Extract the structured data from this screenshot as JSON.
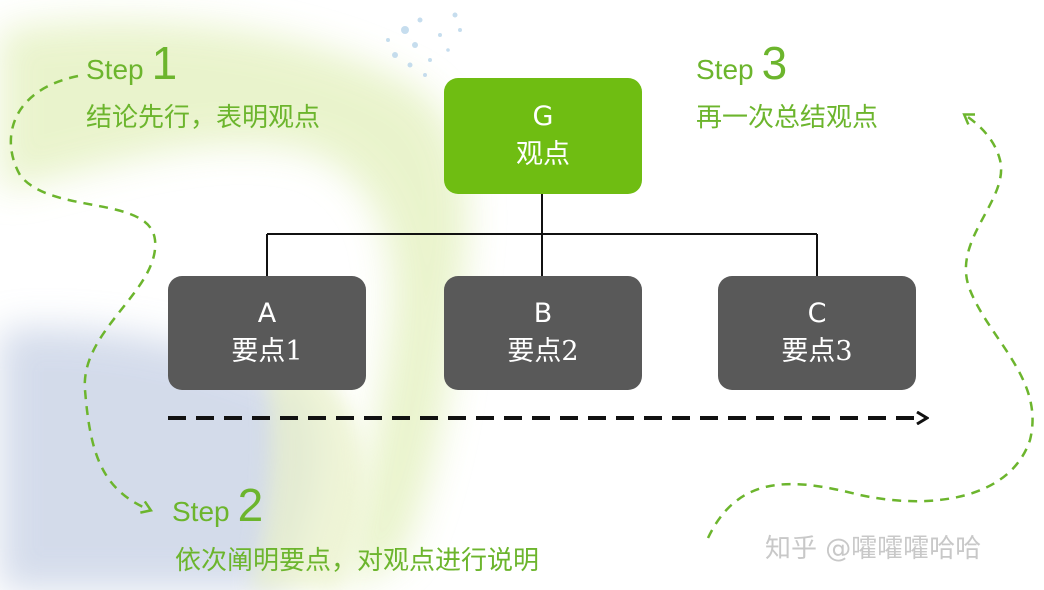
{
  "diagram": {
    "top_node": {
      "letter": "G",
      "text": "观点"
    },
    "children": [
      {
        "letter": "A",
        "text": "要点1"
      },
      {
        "letter": "B",
        "text": "要点2"
      },
      {
        "letter": "C",
        "text": "要点3"
      }
    ]
  },
  "steps": [
    {
      "word": "Step",
      "number": "1",
      "desc": "结论先行，表明观点"
    },
    {
      "word": "Step",
      "number": "2",
      "desc": "依次阐明要点，对观点进行说明"
    },
    {
      "word": "Step",
      "number": "3",
      "desc": "再一次总结观点"
    }
  ],
  "watermark": "知乎 @嚯嚯嚯哈哈",
  "colors": {
    "accent_green": "#6cb52d",
    "top_box": "#6fbd12",
    "child_box": "#595959",
    "arrow": "#111111"
  }
}
